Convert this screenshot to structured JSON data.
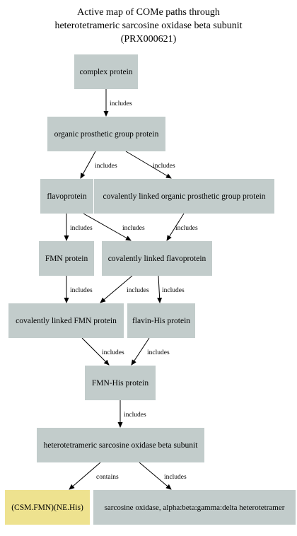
{
  "title": {
    "line1": "Active map of COMe paths through",
    "line2": "heterotetrameric sarcosine oxidase beta subunit",
    "line3": "(PRX000621)"
  },
  "nodes": {
    "complex_protein": "complex protein",
    "organic_prosthetic": "organic prosthetic group protein",
    "flavoprotein": "flavoprotein",
    "cov_organic": "covalently linked organic prosthetic group protein",
    "fmn_protein": "FMN protein",
    "cov_flavoprotein": "covalently linked flavoprotein",
    "cov_fmn": "covalently linked FMN protein",
    "flavin_his": "flavin-His protein",
    "fmn_his": "FMN-His protein",
    "hso_beta": "heterotetrameric sarcosine oxidase beta subunit",
    "csm": "(CSM.FMN)(NE.His)",
    "sarcosine_oxidase": "sarcosine oxidase, alpha:beta:gamma:delta heterotetramer"
  },
  "edges": [
    {
      "label": "includes"
    },
    {
      "label": "includes"
    },
    {
      "label": "includes"
    },
    {
      "label": "includes"
    },
    {
      "label": "includes"
    },
    {
      "label": "includes"
    },
    {
      "label": "includes"
    },
    {
      "label": "includes"
    },
    {
      "label": "includes"
    },
    {
      "label": "includes"
    },
    {
      "label": "includes"
    },
    {
      "label": "includes"
    },
    {
      "label": "contains"
    },
    {
      "label": "includes"
    }
  ],
  "colors": {
    "node_fill": "#c2cccb",
    "highlight_fill": "#eee28f",
    "edge": "#000000"
  }
}
